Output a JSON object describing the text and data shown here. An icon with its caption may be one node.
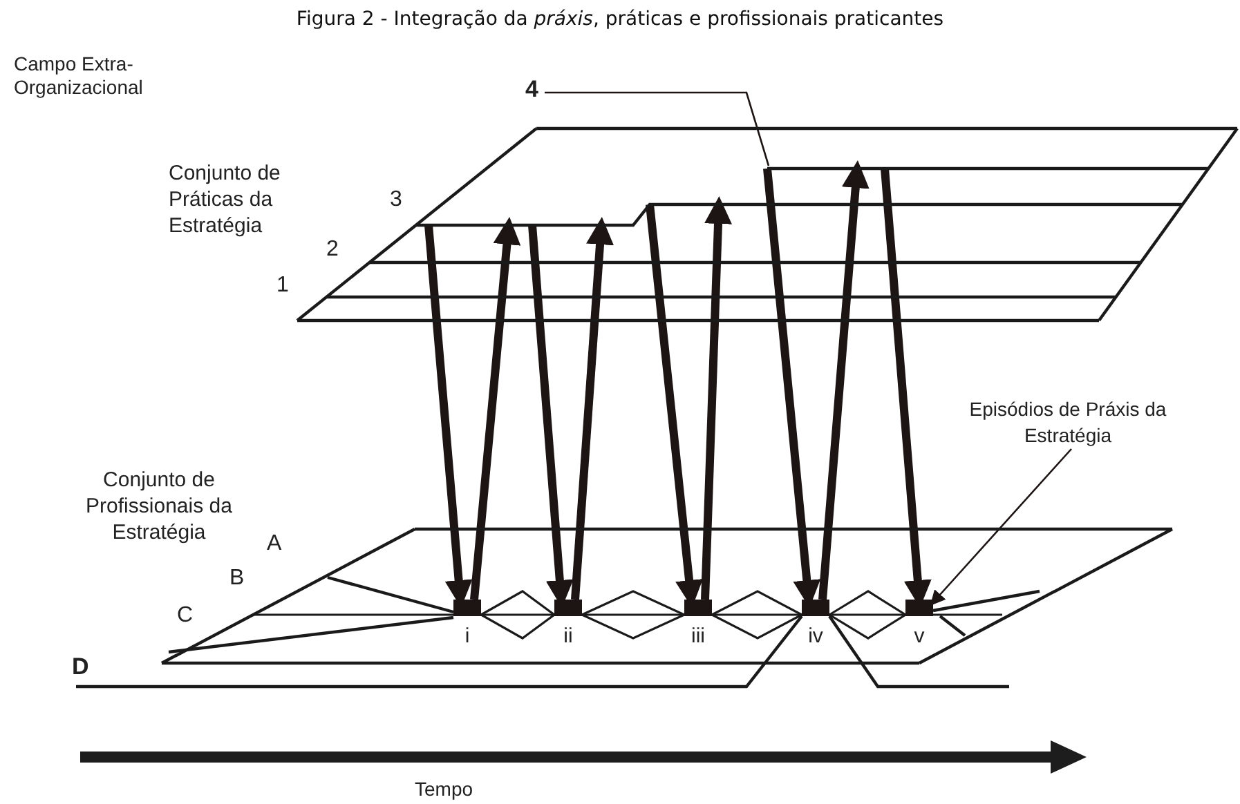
{
  "diagram": {
    "title": "Figura 2 - Integração da *práxis*, práticas e profissionais praticantes",
    "nodes": [
      {
        "text": [
          "Conjunto de Práticas da Estratégia"
        ]
      },
      {
        "text": [
          "Conjunto de Profissionais da Estratégia"
        ]
      },
      {
        "text": [
          "i"
        ],
        "in": 1
      },
      {
        "text": [
          "ii"
        ],
        "in": 1
      },
      {
        "text": [
          "iii"
        ],
        "in": 1
      },
      {
        "text": [
          "iv"
        ],
        "in": 1
      },
      {
        "text": [
          "v"
        ],
        "in": 1
      },
      {
        "text": [
          "Episódios de Práxis da Estratégia"
        ]
      },
      {
        "text": [
          "4"
        ]
      }
    ],
    "edges": [
      {
        "from": 0,
        "to": 2,
        "arrow": "to"
      },
      {
        "from": 2,
        "to": 0,
        "arrow": "to"
      },
      {
        "from": 0,
        "to": 3,
        "arrow": "to"
      },
      {
        "from": 3,
        "to": 0,
        "arrow": "to"
      },
      {
        "from": 0,
        "to": 4,
        "arrow": "to"
      },
      {
        "from": 4,
        "to": 0,
        "arrow": "to"
      },
      {
        "from": 0,
        "to": 5,
        "arrow": "to"
      },
      {
        "from": 5,
        "to": 0,
        "arrow": "to"
      },
      {
        "from": 0,
        "to": 6,
        "arrow": "to"
      },
      {
        "from": 7,
        "to": 6,
        "arrow": "to"
      },
      {
        "from": 8,
        "to": 0,
        "arrow": "none"
      }
    ],
    "labels": [
      "Campo Extra-Organizacional",
      "3",
      "2",
      "1",
      "A",
      "B",
      "C",
      "D",
      "Tempo"
    ]
  }
}
